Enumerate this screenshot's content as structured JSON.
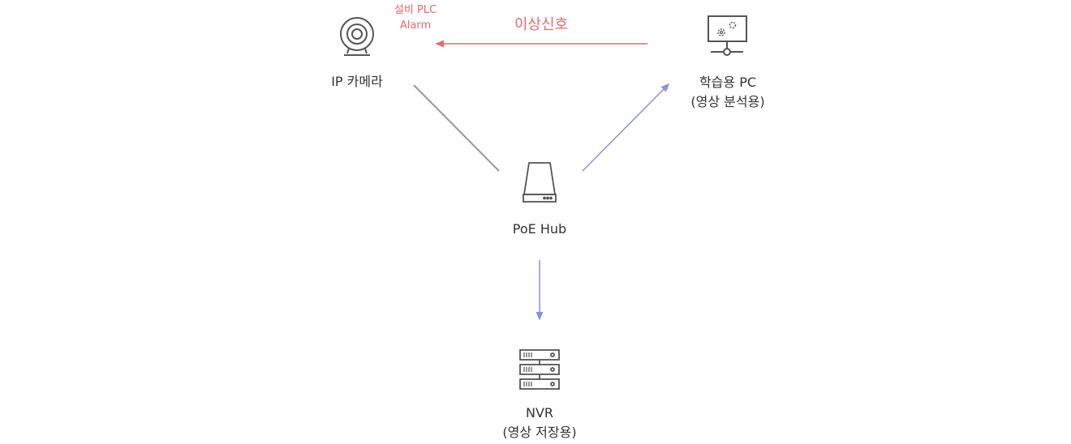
{
  "nodes": {
    "camera": {
      "label": "IP 카메라"
    },
    "pc": {
      "label": "학습용 PC",
      "sublabel": "(영상 분석용)"
    },
    "hub": {
      "label": "PoE Hub"
    },
    "nvr": {
      "label": "NVR",
      "sublabel": "(영상 저장용)"
    }
  },
  "edges": {
    "alarm": {
      "label": "이상신호",
      "note_line1": "설비 PLC",
      "note_line2": "Alarm"
    }
  },
  "colors": {
    "alarm": "#e8696b",
    "data_flow": "#8a8fe0",
    "plain": "#999999",
    "icon": "#555555"
  }
}
